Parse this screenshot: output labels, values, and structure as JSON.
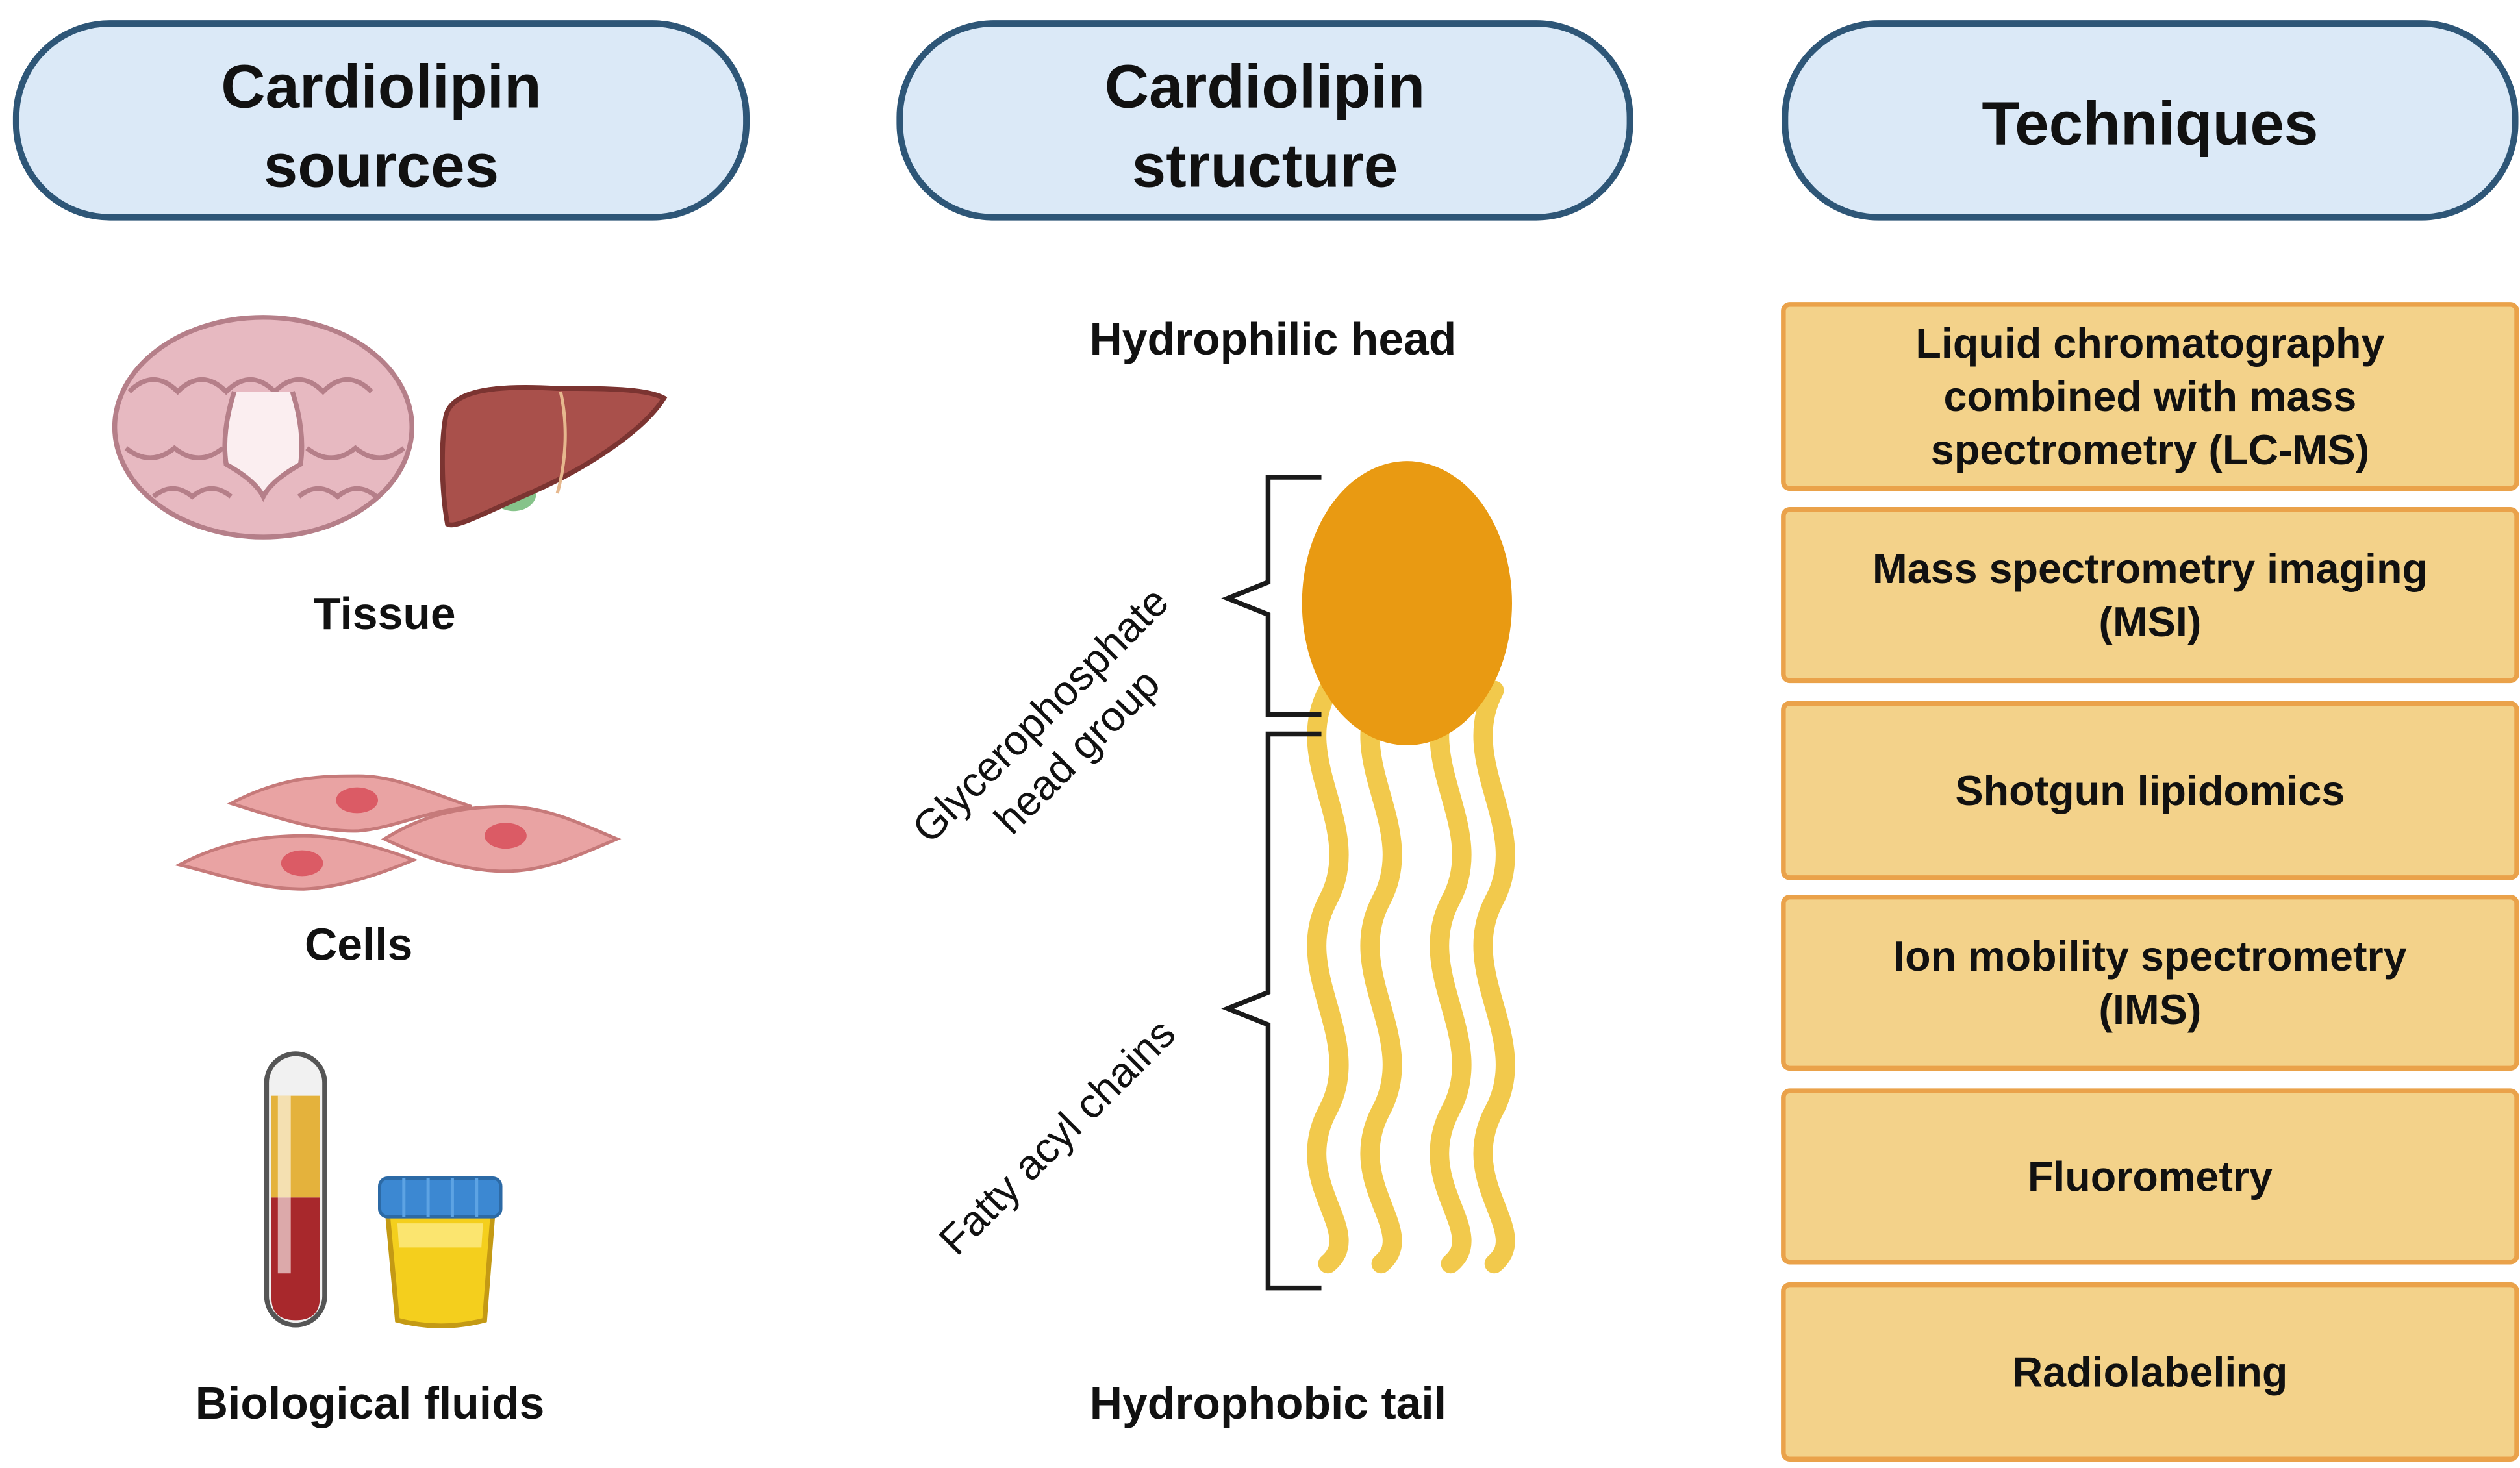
{
  "colors": {
    "header_fill": "#dbe9f7",
    "header_stroke": "#2e5677",
    "technique_fill": "#f3d28a",
    "technique_stroke": "#eaa24a",
    "head_group": "#e99a12",
    "fatty_chain": "#f2c94c",
    "bracket": "#1a1a1a",
    "brain": "#e7b9c1",
    "liver": "#a9504b",
    "gallbladder": "#86c38a",
    "cell": "#e9a3a3",
    "nucleus": "#db5b65",
    "blood": "#a8282c",
    "plasma": "#e4b23c",
    "urine": "#f4cf1d",
    "cap": "#3c88d2"
  },
  "columns": {
    "sources": {
      "title_line1": "Cardiolipin",
      "title_line2": "sources",
      "items": [
        {
          "label": "Tissue",
          "icons": [
            "brain-icon",
            "liver-icon"
          ]
        },
        {
          "label": "Cells",
          "icons": [
            "cell-icon"
          ]
        },
        {
          "label": "Biological fluids",
          "icons": [
            "blood-tube-icon",
            "urine-cup-icon"
          ]
        }
      ]
    },
    "structure": {
      "title_line1": "Cardiolipin",
      "title_line2": "structure",
      "top_label": "Hydrophilic head",
      "bottom_label": "Hydrophobic tail",
      "head_label_line1": "Glycerophosphate",
      "head_label_line2": "head group",
      "chain_label": "Fatty acyl chains"
    },
    "techniques": {
      "title": "Techniques",
      "items": [
        {
          "lines": [
            "Liquid chromatography",
            "combined with mass",
            "spectrometry (LC-MS)"
          ]
        },
        {
          "lines": [
            "Mass spectrometry imaging",
            "(MSI)"
          ]
        },
        {
          "lines": [
            "Shotgun lipidomics"
          ]
        },
        {
          "lines": [
            "Ion mobility spectrometry",
            "(IMS)"
          ]
        },
        {
          "lines": [
            "Fluorometry"
          ]
        },
        {
          "lines": [
            "Radiolabeling"
          ]
        }
      ]
    }
  }
}
